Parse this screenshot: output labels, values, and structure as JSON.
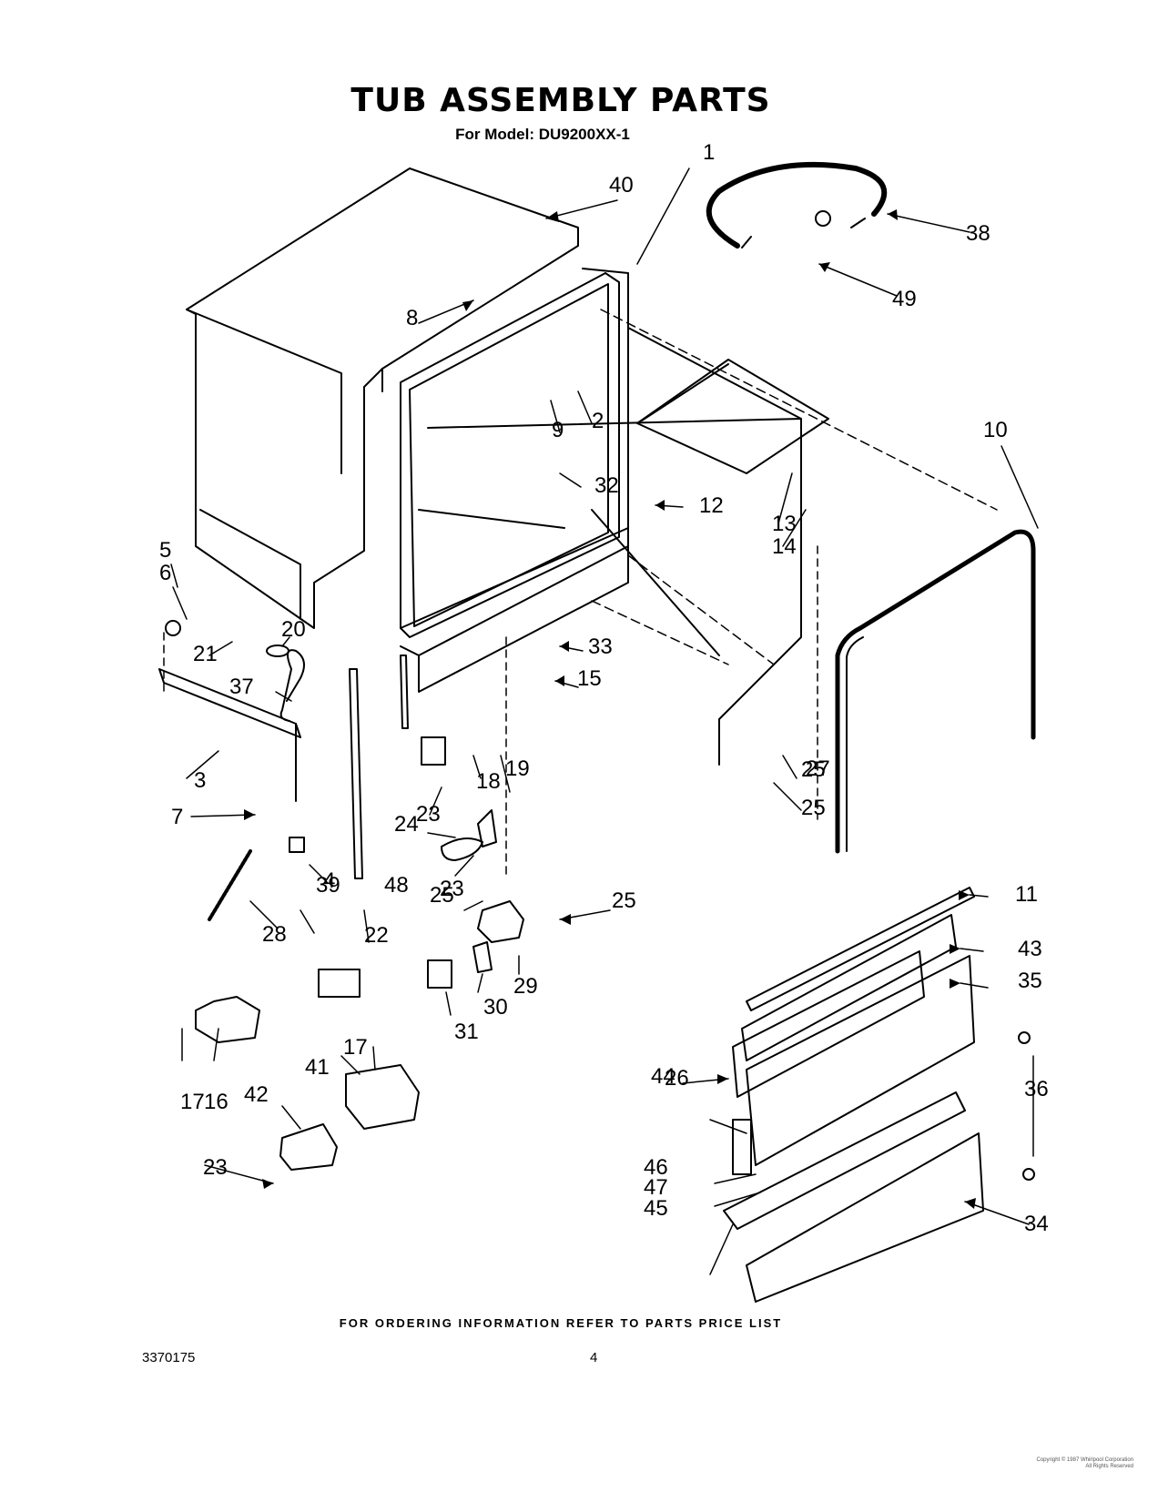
{
  "title": "TUB ASSEMBLY PARTS",
  "model": "For Model: DU9200XX-1",
  "footer": "FOR ORDERING INFORMATION REFER TO PARTS PRICE LIST",
  "doc_number": "3370175",
  "page_number": "4",
  "copyright_lines": [
    "Copyright © 1987 Whirlpool Corporation",
    "All Rights Reserved"
  ],
  "callouts": [
    "1",
    "2",
    "3",
    "4",
    "5",
    "6",
    "7",
    "8",
    "9",
    "10",
    "11",
    "12",
    "13",
    "14",
    "15",
    "16",
    "17",
    "17",
    "18",
    "19",
    "20",
    "21",
    "22",
    "23",
    "23",
    "23",
    "24",
    "25",
    "25",
    "25",
    "25",
    "26",
    "27",
    "28",
    "29",
    "30",
    "31",
    "32",
    "33",
    "34",
    "35",
    "36",
    "37",
    "38",
    "39",
    "40",
    "41",
    "42",
    "43",
    "44",
    "45",
    "46",
    "47",
    "48",
    "49"
  ]
}
